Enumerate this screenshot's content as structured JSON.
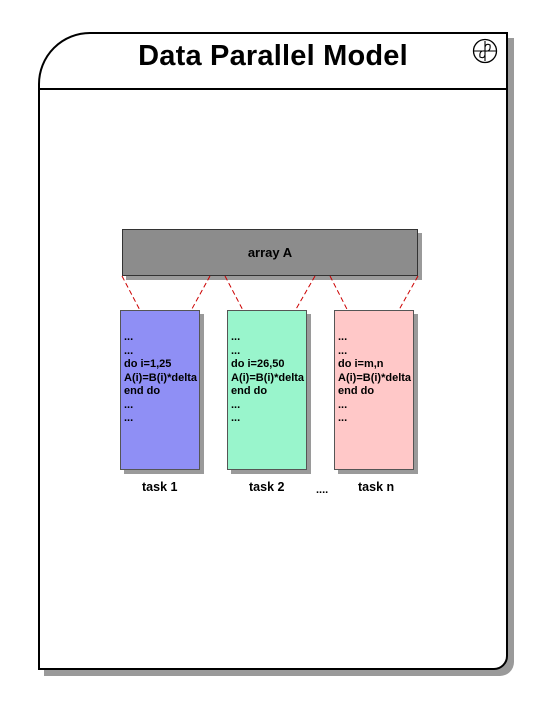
{
  "slide": {
    "title": "Data Parallel Model"
  },
  "diagram": {
    "array_label": "array A",
    "separator": "....",
    "tasks": [
      {
        "label": "task 1",
        "color": "#8f8ff5",
        "lines": [
          "...",
          "...",
          "do i=1,25",
          "A(i)=B(i)*delta",
          "end do",
          "...",
          "..."
        ]
      },
      {
        "label": "task 2",
        "color": "#99f5cc",
        "lines": [
          "...",
          "...",
          "do i=26,50",
          "A(i)=B(i)*delta",
          "end do",
          "...",
          "..."
        ]
      },
      {
        "label": "task n",
        "color": "#ffc8c8",
        "lines": [
          "...",
          "...",
          "do i=m,n",
          "A(i)=B(i)*delta",
          "end do",
          "...",
          "..."
        ]
      }
    ],
    "connector_color": "#cc0000"
  }
}
